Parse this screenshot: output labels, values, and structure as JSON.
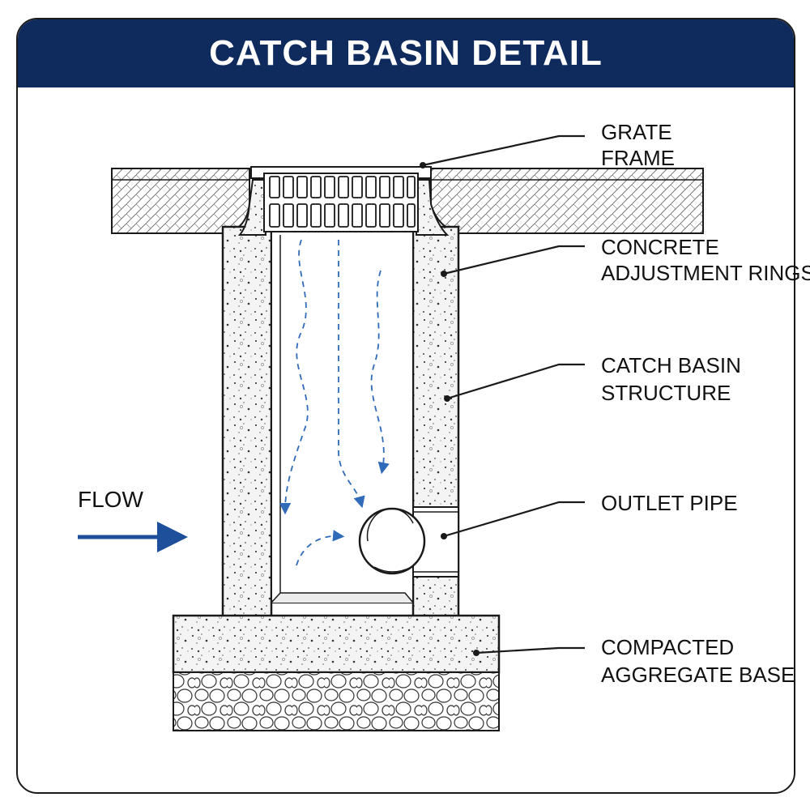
{
  "title": "CATCH BASIN DETAIL",
  "flow_label": "FLOW",
  "labels": {
    "grate_frame": [
      "GRATE",
      "FRAME"
    ],
    "adjustment_rings": [
      "CONCRETE",
      "ADJUSTMENT RINGS"
    ],
    "basin_structure": [
      "CATCH BASIN",
      "STRUCTURE"
    ],
    "outlet_pipe": [
      "OUTLET PIPE"
    ],
    "aggregate_base": [
      "COMPACTED",
      "AGGREGATE BASE"
    ]
  },
  "colors": {
    "title_bar": "#0f2a5c",
    "flow_arrow": "#1d4f9a",
    "water_flow": "#2f6bb8",
    "line": "#1a1a1a"
  }
}
